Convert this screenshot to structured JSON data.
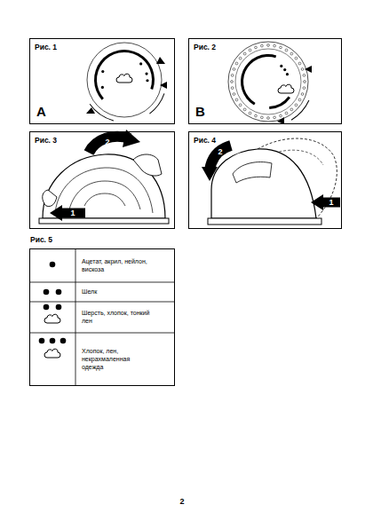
{
  "diagram": {
    "nodes": [
      {
        "text": [
          "Рис. 1",
          "A"
        ]
      },
      {
        "text": [
          "Рис. 2",
          "B"
        ]
      },
      {
        "text": [
          "Рис. 3"
        ]
      },
      {
        "text": [
          "Рис. 4"
        ]
      },
      {
        "text": [
          "Рис. 5"
        ]
      }
    ],
    "labels": [
      "2",
      "1",
      "2",
      "1",
      "Ацетат, акрил, нейлон, вискоза",
      "Шелк",
      "Шерсть, хлопок, тонкий лен",
      "Хлопок, лен, некрахмаленная одежда",
      "2"
    ]
  }
}
